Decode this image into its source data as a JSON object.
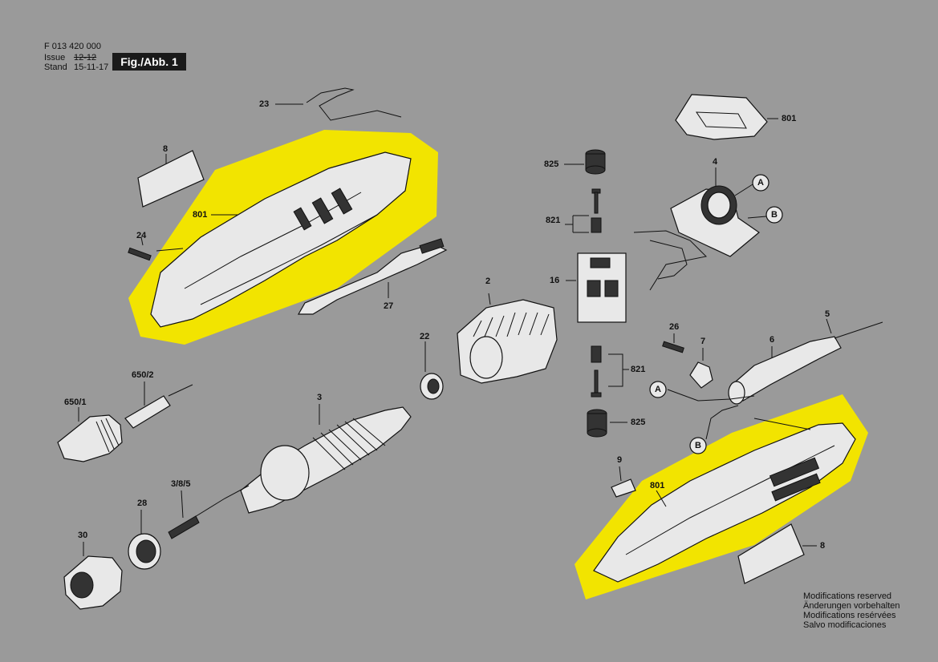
{
  "header": {
    "doc_number": "F 013 420 000",
    "issue_label": "Issue",
    "issue_date_struck": "12-12",
    "stand_label": "Stand",
    "stand_date": "15-11-17",
    "figure_label": "Fig./Abb. 1"
  },
  "labels": {
    "p23": "23",
    "p8_top": "8",
    "p801_left": "801",
    "p24": "24",
    "p27": "27",
    "p801_top_right": "801",
    "p825_top": "825",
    "p821_top": "821",
    "p16": "16",
    "p4": "4",
    "callout_a_top": "A",
    "callout_b_top": "B",
    "p2": "2",
    "p22": "22",
    "p650_2": "650/2",
    "p650_1": "650/1",
    "p3": "3",
    "p821_bottom": "821",
    "p825_bottom": "825",
    "p26": "26",
    "p7": "7",
    "p6": "6",
    "p5": "5",
    "callout_a_bottom": "A",
    "callout_b_bottom": "B",
    "p9": "9",
    "p801_right": "801",
    "p8_bottom": "8",
    "p3_8_5": "3/8/5",
    "p28": "28",
    "p30": "30"
  },
  "notice": {
    "line1": "Modifications reserved",
    "line2": "Änderungen vorbehalten",
    "line3": "Modifications resérvées",
    "line4": "Salvo modificaciones"
  },
  "colors": {
    "background": "#9a9a9a",
    "highlight": "#f2e400",
    "line": "#111111"
  }
}
